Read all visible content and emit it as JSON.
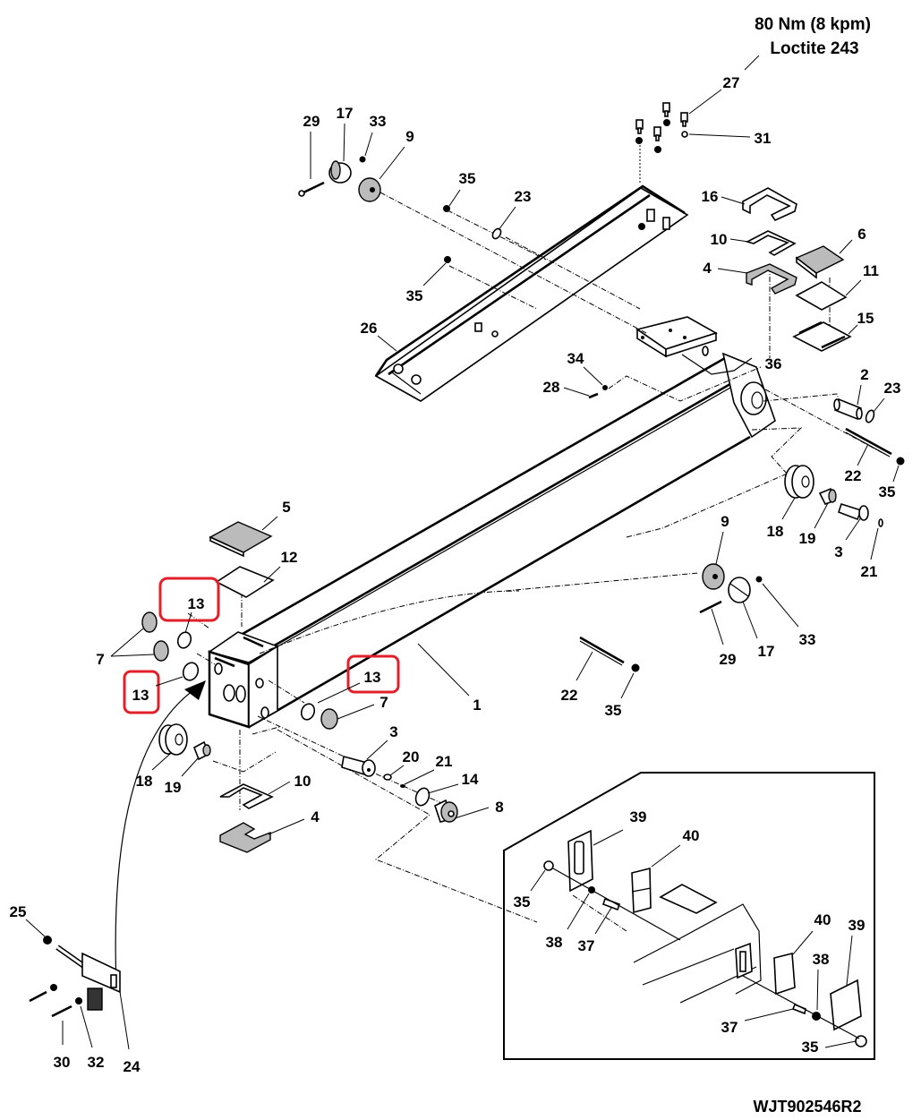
{
  "drawing": {
    "torque_note_line1": "80 Nm (8 kpm)",
    "torque_note_line2": "Loctite 243",
    "reference_code": "WJT902546R2",
    "highlight_color": "#e0202a"
  },
  "callouts": {
    "c27": "27",
    "c31": "31",
    "c29a": "29",
    "c17a": "17",
    "c33a": "33",
    "c9a": "9",
    "c35a": "35",
    "c23a": "23",
    "c35b": "35",
    "c16": "16",
    "c10a": "10",
    "c6": "6",
    "c4a": "4",
    "c11": "11",
    "c15": "15",
    "c26": "26",
    "c34": "34",
    "c28": "28",
    "c36": "36",
    "c2": "2",
    "c23b": "23",
    "c22a": "22",
    "c35c": "35",
    "c18a": "18",
    "c19a": "19",
    "c3a": "3",
    "c21a": "21",
    "c9b": "9",
    "c33b": "33",
    "c29b": "29",
    "c17b": "17",
    "c22b": "22",
    "c35d": "35",
    "c1": "1",
    "c5": "5",
    "c12": "12",
    "c13a": "13",
    "c13b": "13",
    "c13c": "13",
    "c7a": "7",
    "c7b": "7",
    "c18b": "18",
    "c19b": "19",
    "c3b": "3",
    "c20": "20",
    "c21b": "21",
    "c14": "14",
    "c8": "8",
    "c10b": "10",
    "c4b": "4",
    "c25": "25",
    "c30": "30",
    "c32": "32",
    "c24": "24",
    "c39a": "39",
    "c40a": "40",
    "c35e": "35",
    "c38a": "38",
    "c37a": "37",
    "c40b": "40",
    "c39b": "39",
    "c38b": "38",
    "c37b": "37",
    "c35f": "35"
  }
}
